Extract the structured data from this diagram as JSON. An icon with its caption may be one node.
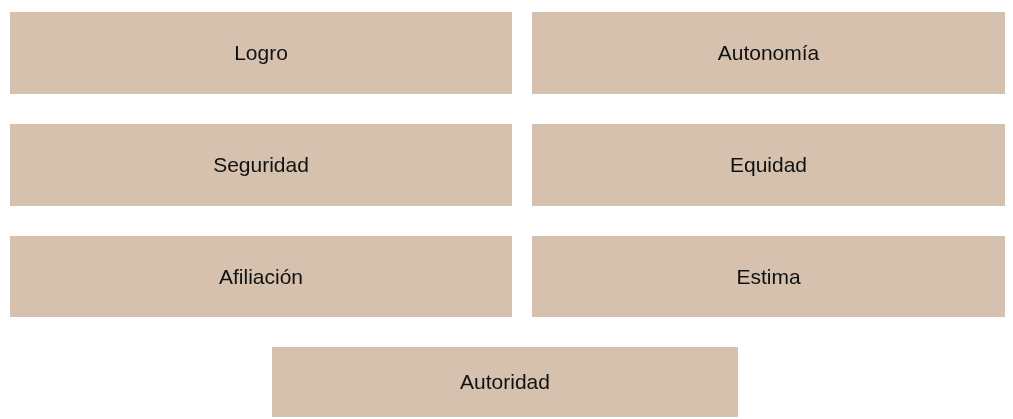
{
  "diagram": {
    "nodes": [
      {
        "text": [
          "Logro"
        ]
      },
      {
        "text": [
          "Autonomía"
        ]
      },
      {
        "text": [
          "Seguridad"
        ]
      },
      {
        "text": [
          "Equidad"
        ]
      },
      {
        "text": [
          "Afiliación"
        ]
      },
      {
        "text": [
          "Estima"
        ]
      },
      {
        "text": [
          "Autoridad"
        ]
      }
    ]
  }
}
